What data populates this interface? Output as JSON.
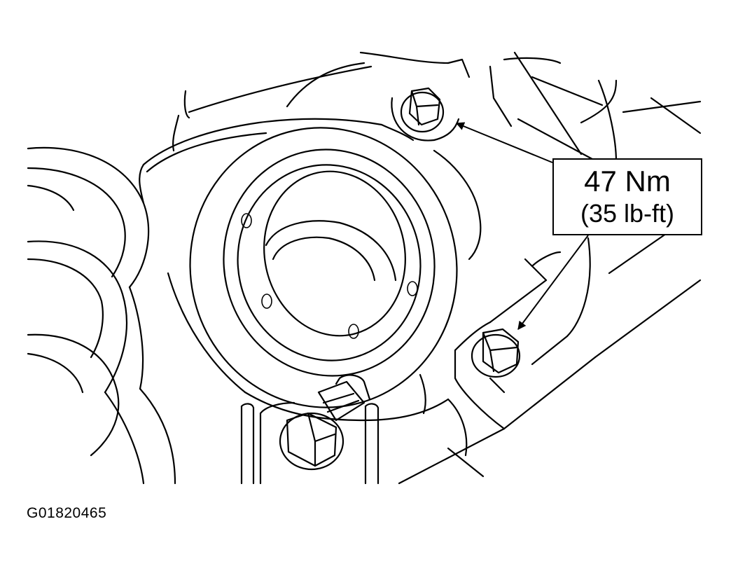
{
  "callout": {
    "torque_metric": "47 Nm",
    "torque_imperial": "(35 lb-ft)"
  },
  "figure_id": "G01820465"
}
